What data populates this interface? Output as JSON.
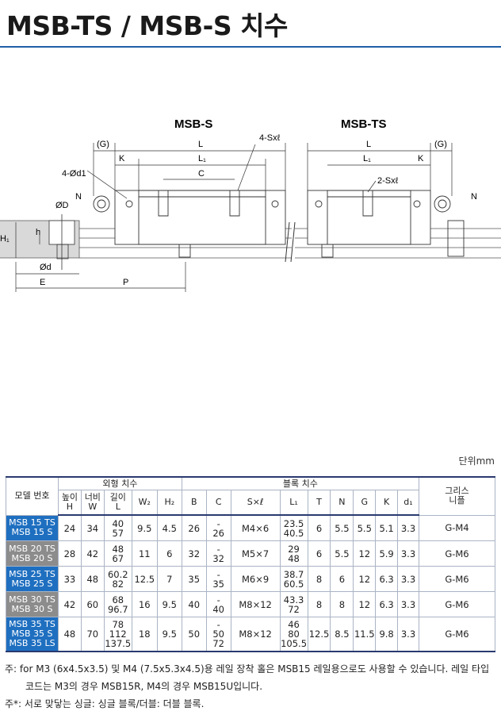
{
  "title": "MSB-TS / MSB-S 치수",
  "drawing": {
    "left_label": "MSB-S",
    "right_label": "MSB-TS",
    "dims": {
      "g_left": "(G)",
      "l_left": "L",
      "sx_left": "4-Sxℓ",
      "k_left": "K",
      "l1_left": "L₁",
      "c": "C",
      "d1": "4-Ød1",
      "n_left": "N",
      "od": "ØD",
      "h": "h",
      "h1": "H₁",
      "odsmall": "Ød",
      "e": "E",
      "p": "P",
      "l_right": "L",
      "g_right": "(G)",
      "l1_right": "L₁",
      "k_right": "K",
      "sx_right": "2-Sxℓ",
      "n_right": "N"
    }
  },
  "unit_label": "단위mm",
  "table": {
    "header": {
      "model": "모델 번호",
      "outer": "외형 치수",
      "block": "블록 치수",
      "grease_1": "그리스",
      "grease_2": "니플",
      "h_1": "높이",
      "h_2": "H",
      "w_1": "너비",
      "w_2": "W",
      "l_1": "길이",
      "l_2": "L",
      "w2": "W₂",
      "h2": "H₂",
      "b": "B",
      "c": "C",
      "sxl": "S×ℓ",
      "l1": "L₁",
      "t": "T",
      "n": "N",
      "g": "G",
      "k": "K",
      "d1": "d₁"
    },
    "rows": [
      {
        "model_1": "MSB 15 TS",
        "model_2": "MSB 15 S",
        "model_3": "",
        "color": "blue",
        "H": "24",
        "W": "34",
        "L_1": "40",
        "L_2": "57",
        "L_3": "",
        "W2": "9.5",
        "H2": "4.5",
        "B": "26",
        "C_1": "-",
        "C_2": "26",
        "C_3": "",
        "SxL": "M4×6",
        "L1_1": "23.5",
        "L1_2": "40.5",
        "L1_3": "",
        "T": "6",
        "N": "5.5",
        "G": "5.5",
        "K": "5.1",
        "d1": "3.3",
        "nipple": "G-M4"
      },
      {
        "model_1": "MSB 20 TS",
        "model_2": "MSB 20 S",
        "model_3": "",
        "color": "gray",
        "H": "28",
        "W": "42",
        "L_1": "48",
        "L_2": "67",
        "L_3": "",
        "W2": "11",
        "H2": "6",
        "B": "32",
        "C_1": "-",
        "C_2": "32",
        "C_3": "",
        "SxL": "M5×7",
        "L1_1": "29",
        "L1_2": "48",
        "L1_3": "",
        "T": "6",
        "N": "5.5",
        "G": "12",
        "K": "5.9",
        "d1": "3.3",
        "nipple": "G-M6"
      },
      {
        "model_1": "MSB 25 TS",
        "model_2": "MSB 25 S",
        "model_3": "",
        "color": "blue",
        "H": "33",
        "W": "48",
        "L_1": "60.2",
        "L_2": "82",
        "L_3": "",
        "W2": "12.5",
        "H2": "7",
        "B": "35",
        "C_1": "-",
        "C_2": "35",
        "C_3": "",
        "SxL": "M6×9",
        "L1_1": "38.7",
        "L1_2": "60.5",
        "L1_3": "",
        "T": "8",
        "N": "6",
        "G": "12",
        "K": "6.3",
        "d1": "3.3",
        "nipple": "G-M6"
      },
      {
        "model_1": "MSB 30 TS",
        "model_2": "MSB 30 S",
        "model_3": "",
        "color": "gray",
        "H": "42",
        "W": "60",
        "L_1": "68",
        "L_2": "96.7",
        "L_3": "",
        "W2": "16",
        "H2": "9.5",
        "B": "40",
        "C_1": "-",
        "C_2": "40",
        "C_3": "",
        "SxL": "M8×12",
        "L1_1": "43.3",
        "L1_2": "72",
        "L1_3": "",
        "T": "8",
        "N": "8",
        "G": "12",
        "K": "6.3",
        "d1": "3.3",
        "nipple": "G-M6"
      },
      {
        "model_1": "MSB 35 TS",
        "model_2": "MSB 35 S",
        "model_3": "MSB 35 LS",
        "color": "blue",
        "H": "48",
        "W": "70",
        "L_1": "78",
        "L_2": "112",
        "L_3": "137.5",
        "W2": "18",
        "H2": "9.5",
        "B": "50",
        "C_1": "-",
        "C_2": "50",
        "C_3": "72",
        "SxL": "M8×12",
        "L1_1": "46",
        "L1_2": "80",
        "L1_3": "105.5",
        "T": "12.5",
        "N": "8.5",
        "G": "11.5",
        "K": "9.8",
        "d1": "3.3",
        "nipple": "G-M6"
      }
    ]
  },
  "notes": {
    "line1": "주: for M3 (6x4.5x3.5) 및 M4 (7.5x5.3x4.5)용 레일 장착 홀은 MSB15 레일용으로도 사용할 수 있습니다. 레일 타입",
    "line2": "코드는 M3의 경우 MSB15R, M4의 경우 MSB15U입니다.",
    "line3": "주*: 서로 맞닿는 싱글: 싱글 블록/더블: 더블 블록."
  },
  "colors": {
    "accent": "#1f5fa8",
    "model_blue": "#1f6fc0",
    "model_gray": "#8c8c8c",
    "rule": "#2a3a70"
  }
}
